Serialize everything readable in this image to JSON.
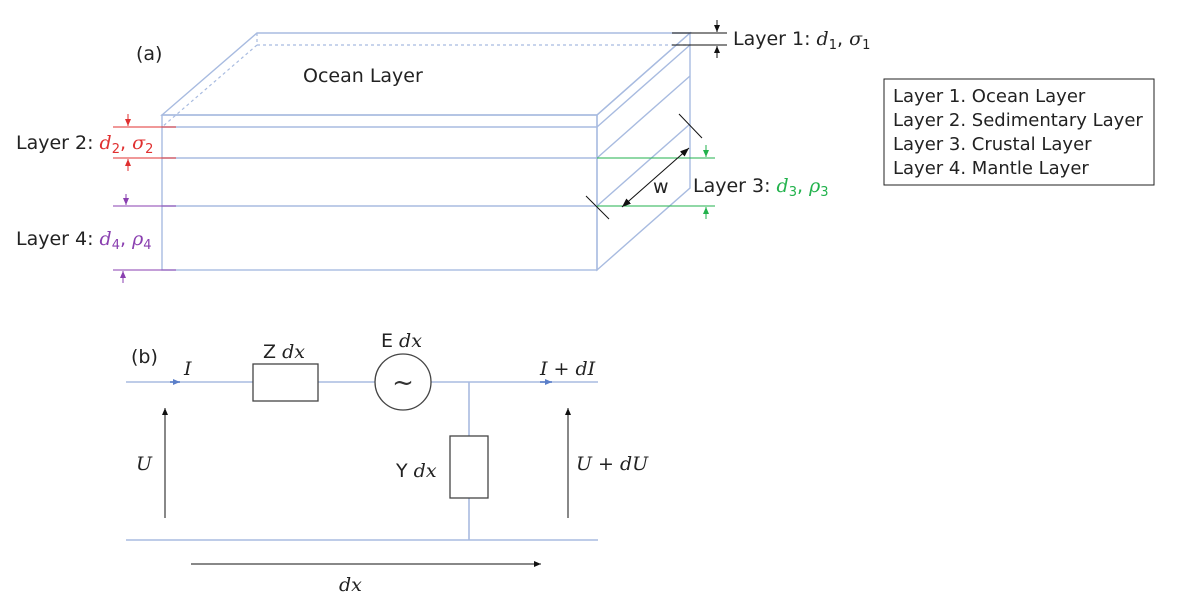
{
  "figure": {
    "panel_a": {
      "label": "(a)",
      "ocean_label": "Ocean Layer",
      "w_label": "w",
      "layer1": {
        "prefix": "Layer 1: ",
        "d": "d",
        "d_sub": "1",
        "sep": ", ",
        "param": "σ",
        "param_sub": "1",
        "color": "#222222"
      },
      "layer2": {
        "prefix": "Layer 2: ",
        "d": "d",
        "d_sub": "2",
        "sep": ", ",
        "param": "σ",
        "param_sub": "2",
        "color": "#e03030"
      },
      "layer3": {
        "prefix": "Layer 3: ",
        "d": "d",
        "d_sub": "3",
        "sep": ", ",
        "param": "ρ",
        "param_sub": "3",
        "color": "#22b24c"
      },
      "layer4": {
        "prefix": "Layer 4: ",
        "d": "d",
        "d_sub": "4",
        "sep": ", ",
        "param": "ρ",
        "param_sub": "4",
        "color": "#8a3fb0"
      }
    },
    "legend": {
      "items": [
        "Layer 1. Ocean Layer",
        "Layer 2. Sedimentary Layer",
        "Layer 3. Crustal Layer",
        "Layer 4. Mantle Layer"
      ]
    },
    "panel_b": {
      "label": "(b)",
      "current_in": "I",
      "current_out": "I + dI",
      "impedance": {
        "prefix": "Z ",
        "var": "dx"
      },
      "source": {
        "prefix": "E ",
        "var": "dx",
        "symbol": "~"
      },
      "admittance": {
        "prefix": "Y ",
        "var": "dx"
      },
      "voltage_in": "U",
      "voltage_out": "U + dU",
      "length": "dx"
    },
    "colors": {
      "box": "#a8bbe0",
      "wire": "#a8bbe0",
      "arrow": "#5b7fc9"
    }
  }
}
